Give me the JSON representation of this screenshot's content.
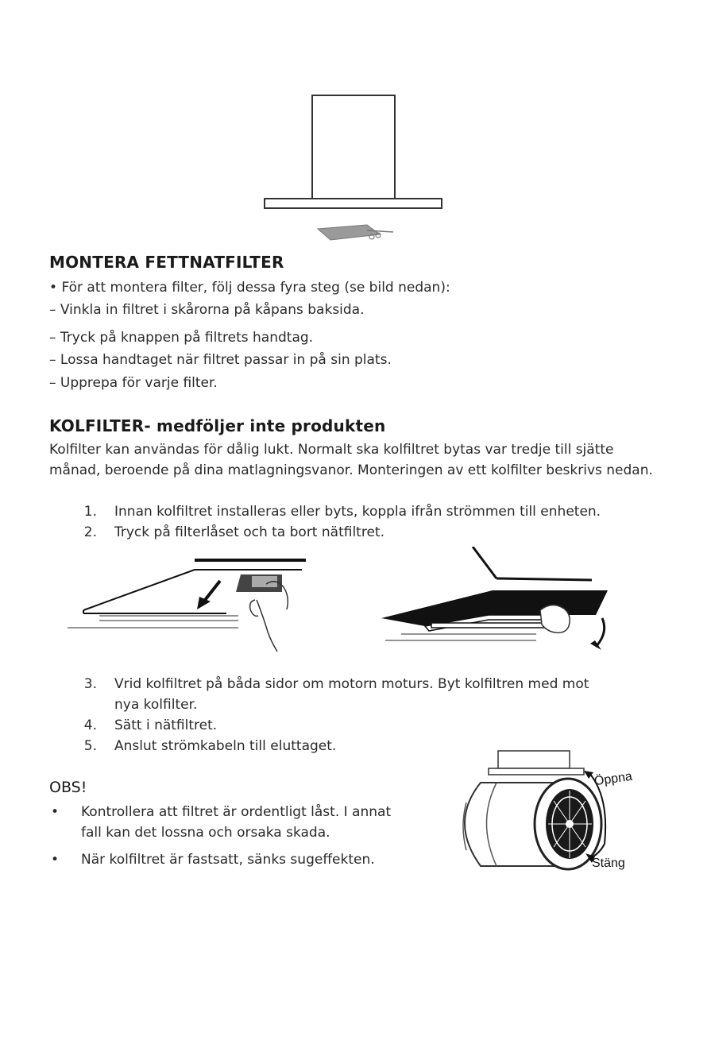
{
  "section1": {
    "title": "MONTERA FETTNATFILTER",
    "intro_bullet": "•",
    "intro": "För att montera filter, följ dessa fyra steg (se bild nedan):",
    "dash": "–",
    "steps": [
      "Vinkla in filtret i skårorna på kåpans baksida.",
      "Tryck på knappen på filtrets handtag.",
      "Lossa handtaget när filtret passar in på sin plats.",
      "Upprepa för varje filter."
    ]
  },
  "section2": {
    "title": "KOLFILTER- medföljer inte produkten",
    "paragraph": "Kolfilter kan användas för dålig lukt. Normalt ska kolfiltret bytas var tredje till sjätte månad, beroende på dina matlagningsvanor. Monteringen av ett kolfilter beskrivs nedan.",
    "steps_a": [
      {
        "num": "1.",
        "text": "Innan kolfiltret installeras eller byts, koppla ifrån strömmen till enheten."
      },
      {
        "num": "2.",
        "text": "Tryck på filterlåset och ta bort nätfiltret."
      }
    ],
    "steps_b": [
      {
        "num": "3.",
        "text": "Vrid kolfiltret på båda sidor om motorn moturs. Byt kolfiltren med mot"
      },
      {
        "num": "",
        "text": "nya kolfilter."
      },
      {
        "num": "4.",
        "text": "Sätt i nätfiltret."
      },
      {
        "num": "5.",
        "text": "Anslut strömkabeln till eluttaget."
      }
    ]
  },
  "obs": {
    "title": "OBS!",
    "bullet": "•",
    "items": [
      {
        "line1": "Kontrollera att filtret är ordentligt låst. I annat",
        "line2": "fall kan det lossna och orsaka skada."
      },
      {
        "line1": "När kolfiltret är fastsatt, sänks sugeffekten.",
        "line2": ""
      }
    ]
  },
  "fan_figure": {
    "open_label": "Öppna",
    "close_label": "Stäng"
  }
}
